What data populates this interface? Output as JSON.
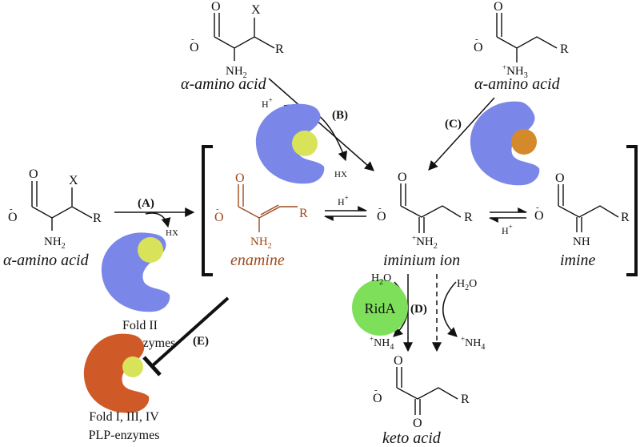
{
  "labels": {
    "amino_acid_a": "α-amino acid",
    "amino_acid_b": "α-amino acid",
    "amino_acid_c": "α-amino acid",
    "enamine": "enamine",
    "iminium_ion": "iminium ion",
    "imine": "imine",
    "keto_acid": "keto acid",
    "fold2_line1": "Fold II",
    "fold2_line2": "PLP-enzymes",
    "fold134_line1": "Fold I, III, IV",
    "fold134_line2": "PLP-enzymes",
    "ridA": "RidA"
  },
  "steps": {
    "a": "(A)",
    "b": "(B)",
    "c": "(C)",
    "d": "(D)",
    "e": "(E)"
  },
  "atoms": {
    "O": "O",
    "O_minus": "O",
    "minus": "-",
    "X": "X",
    "R": "R",
    "NH2": "NH",
    "sub2": "2",
    "NH3": "NH",
    "sub3": "3",
    "plus": "+",
    "NH": "NH",
    "HX": "HX",
    "H": "H",
    "H2O": "H",
    "O2": "O",
    "NH4": "NH",
    "sub4": "4"
  },
  "colors": {
    "fold2_enzyme": "#7b87e8",
    "fold134_enzyme": "#cf5a27",
    "plp_cofactor": "#d9e35a",
    "inactive_cofactor": "#d48a2b",
    "ridA": "#7ee05a",
    "enamine": "#9c4a1c"
  }
}
